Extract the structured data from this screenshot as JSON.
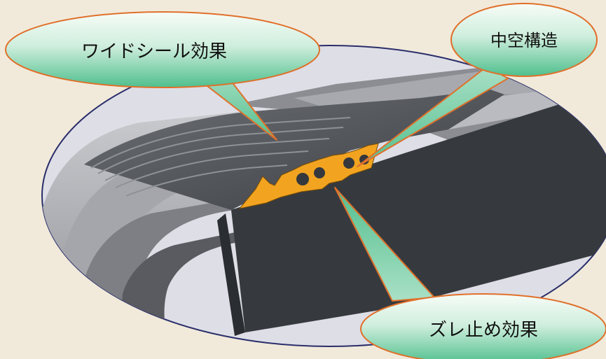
{
  "callouts": {
    "wide_seal": "ワイドシール効果",
    "hollow": "中空構造",
    "anti_slip": "ズレ止め効果"
  },
  "colors": {
    "background": "#f1eadb",
    "ellipse_fill": "#dedee6",
    "ellipse_stroke": "#2a2e6a",
    "gasket": "#f2a420",
    "callout_stroke": "#e0702a",
    "callout_green": "#4fbf8d",
    "callout_light": "#f4fbf4"
  }
}
